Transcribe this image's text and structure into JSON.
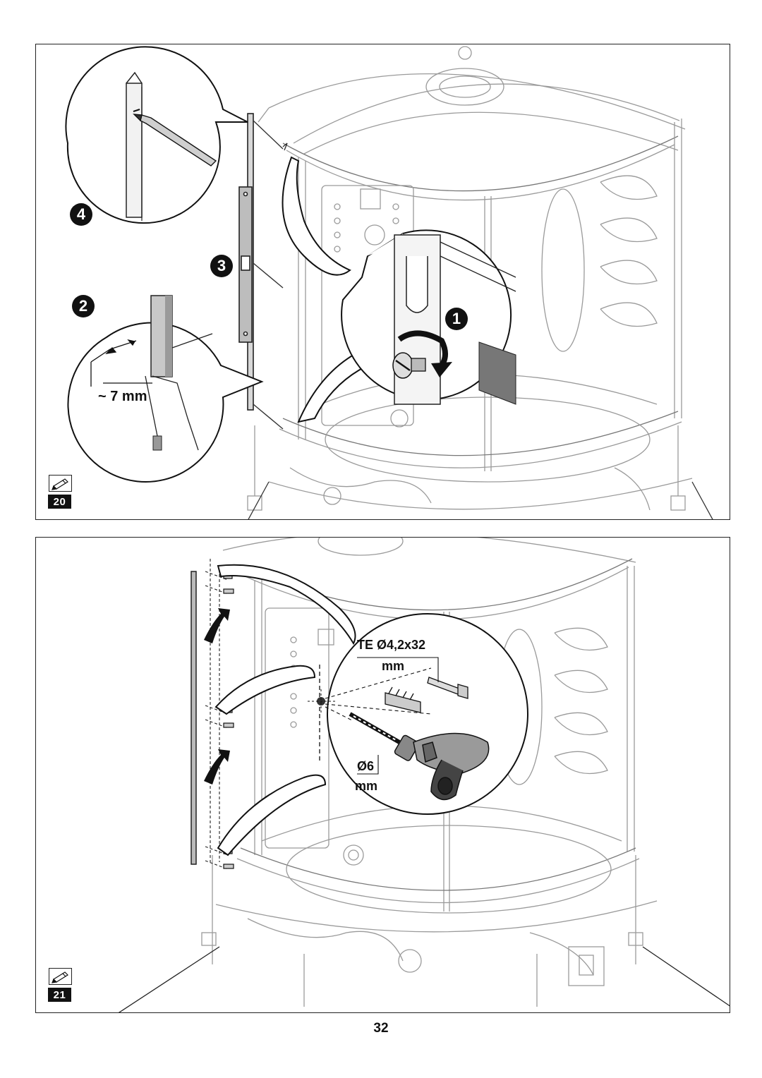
{
  "page": {
    "number": "32"
  },
  "figures": [
    {
      "figure_number": "20",
      "icon": "pencil-icon",
      "steps": [
        "1",
        "2",
        "3",
        "4"
      ],
      "measurement_label": "~ 7 mm"
    },
    {
      "figure_number": "21",
      "icon": "pencil-icon",
      "screw_label": "TE Ø4,2x32",
      "screw_unit": "mm",
      "drill_label": "Ø6",
      "drill_unit": "mm"
    }
  ]
}
